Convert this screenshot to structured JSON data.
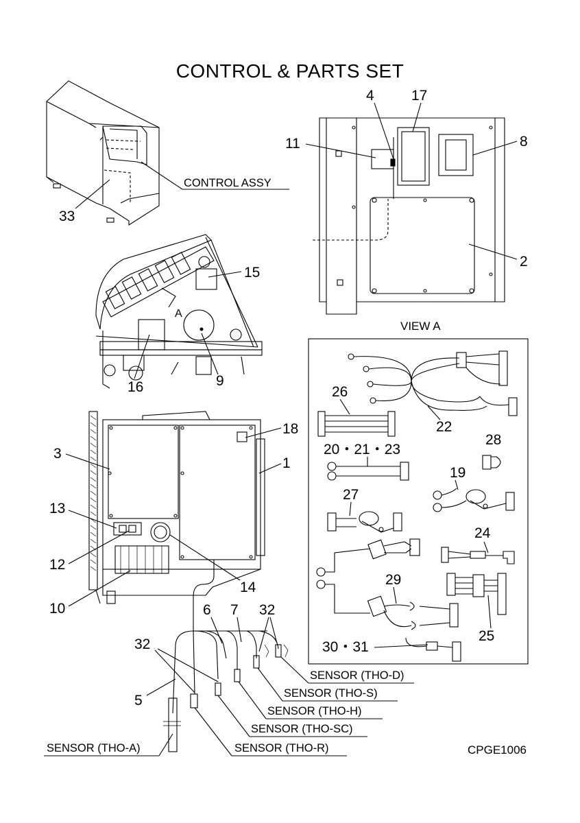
{
  "title": "CONTROL & PARTS SET",
  "diagram_code": "CPGE1006",
  "view_label": "VIEW A",
  "view_letter": "A",
  "labels": {
    "control_assy": "CONTROL ASSY",
    "sensor_tho_d": "SENSOR (THO-D)",
    "sensor_tho_s": "SENSOR (THO-S)",
    "sensor_tho_h": "SENSOR (THO-H)",
    "sensor_tho_sc": "SENSOR (THO-SC)",
    "sensor_tho_r": "SENSOR (THO-R)",
    "sensor_tho_a": "SENSOR (THO-A)"
  },
  "callouts": {
    "n1": "1",
    "n2": "2",
    "n3": "3",
    "n4": "4",
    "n5": "5",
    "n6": "6",
    "n7": "7",
    "n8": "8",
    "n9": "9",
    "n10": "10",
    "n11": "11",
    "n12": "12",
    "n13": "13",
    "n14": "14",
    "n15": "15",
    "n16": "16",
    "n17": "17",
    "n18": "18",
    "n19": "19",
    "n20_21_23": "20・21・23",
    "n22": "22",
    "n24": "24",
    "n25": "25",
    "n26": "26",
    "n27": "27",
    "n28": "28",
    "n29": "29",
    "n30_31": "30・31",
    "n32_left": "32",
    "n32_right": "32",
    "n33": "33"
  }
}
